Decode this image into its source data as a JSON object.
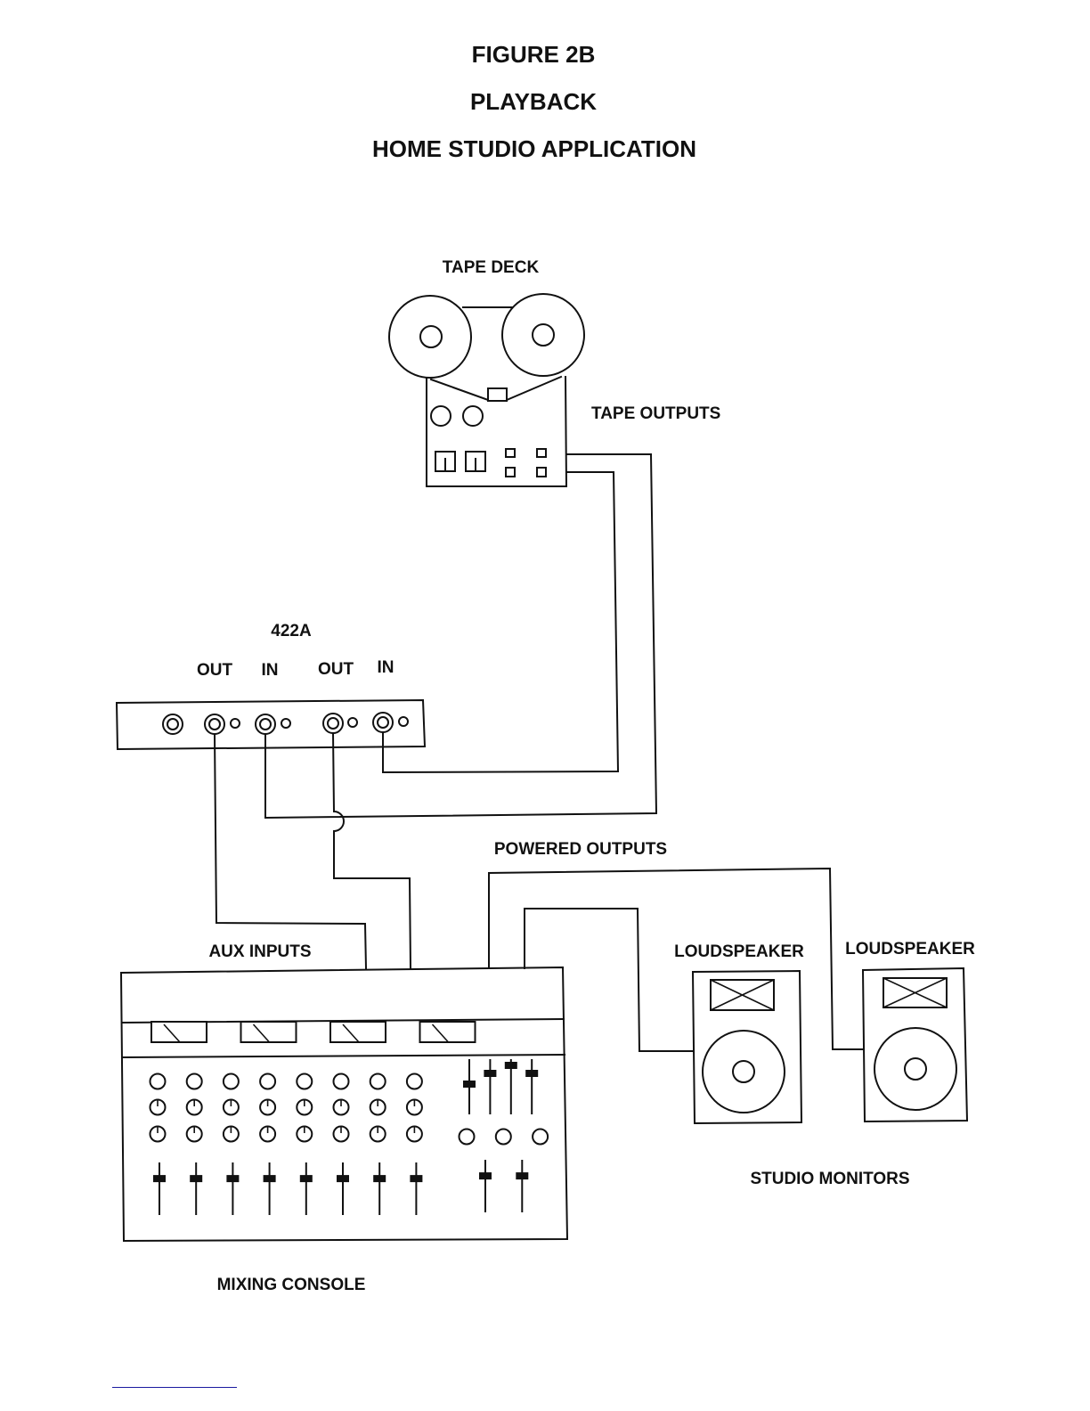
{
  "header": {
    "figure": "FIGURE 2B",
    "mode": "PLAYBACK",
    "application": "HOME STUDIO APPLICATION"
  },
  "tape_deck": {
    "label": "TAPE DECK",
    "outputs_label": "TAPE OUTPUTS",
    "reels": 2,
    "meters": 2,
    "transport_buttons": 4
  },
  "processor": {
    "label": "422A",
    "jack_labels": [
      "OUT",
      "IN",
      "OUT",
      "IN"
    ],
    "jacks": 5
  },
  "mixing_console": {
    "label": "MIXING CONSOLE",
    "aux_label": "AUX INPUTS",
    "powered_label": "POWERED OUTPUTS",
    "vu_meters": 4,
    "channels": 8,
    "knob_rows": 3,
    "master_faders": 4,
    "master_knobs": 3,
    "group_faders": 2,
    "channel_fader_levels": [
      0.7,
      0.7,
      0.7,
      0.7,
      0.7,
      0.7,
      0.7,
      0.7
    ],
    "master_fader_levels": [
      0.55,
      0.75,
      0.9,
      0.75
    ],
    "group_fader_levels": [
      0.7,
      0.7
    ]
  },
  "monitors": {
    "group_label": "STUDIO MONITORS",
    "speakers": [
      {
        "label": "LOUDSPEAKER"
      },
      {
        "label": "LOUDSPEAKER"
      }
    ]
  },
  "colors": {
    "ink": "#111111",
    "paper": "#ffffff",
    "footnote_rule": "#1a1aa0"
  }
}
